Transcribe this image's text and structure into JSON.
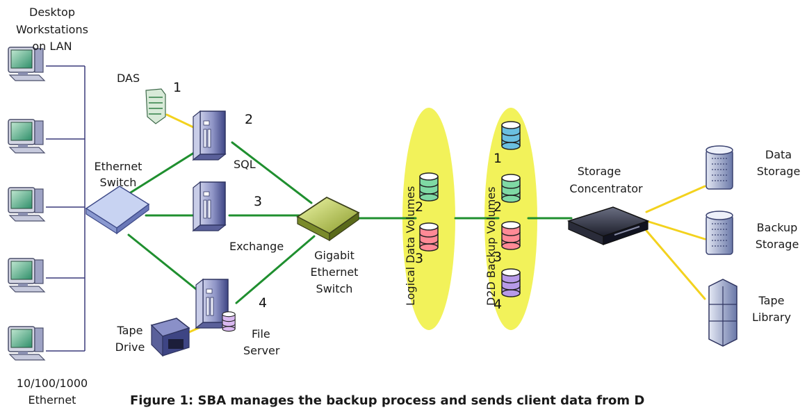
{
  "labels": {
    "desktop_line1": "Desktop",
    "desktop_line2": "Workstations",
    "desktop_line3": "on LAN",
    "das": "DAS",
    "das_num": "1",
    "sql_num": "2",
    "sql": "SQL",
    "exchange_num": "3",
    "exchange": "Exchange",
    "file_num": "4",
    "file_line1": "File",
    "file_line2": "Server",
    "eth_line1": "Ethernet",
    "eth_line2": "Switch",
    "gig_line1": "Gigabit",
    "gig_line2": "Ethernet",
    "gig_line3": "Switch",
    "tape_line1": "Tape",
    "tape_line2": "Drive",
    "ethernet_line1": "10/100/1000",
    "ethernet_line2": "Ethernet",
    "logical_volumes": "Logical Data Volumes",
    "d2d_volumes": "D2D Backup Volumes",
    "vol_l2": "2",
    "vol_l3": "3",
    "vol_d1": "1",
    "vol_d2": "2",
    "vol_d3": "3",
    "vol_d4": "4",
    "sc_line1": "Storage",
    "sc_line2": "Concentrator",
    "ds_line1": "Data",
    "ds_line2": "Storage",
    "bs_line1": "Backup",
    "bs_line2": "Storage",
    "tl_line1": "Tape",
    "tl_line2": "Library"
  },
  "caption": "Figure 1: SBA manages the backup process and sends client data from D",
  "colors": {
    "green_link": "#1f8f2f",
    "yellow_link": "#f3d21e",
    "highlight_oval": "#f2f25a",
    "lan_line": "#3a3a7a"
  },
  "icons": {
    "workstation": "desktop-computer-icon",
    "server": "tower-server-icon",
    "switch": "network-switch-icon",
    "database": "database-cylinder-icon",
    "storage": "storage-array-icon"
  }
}
